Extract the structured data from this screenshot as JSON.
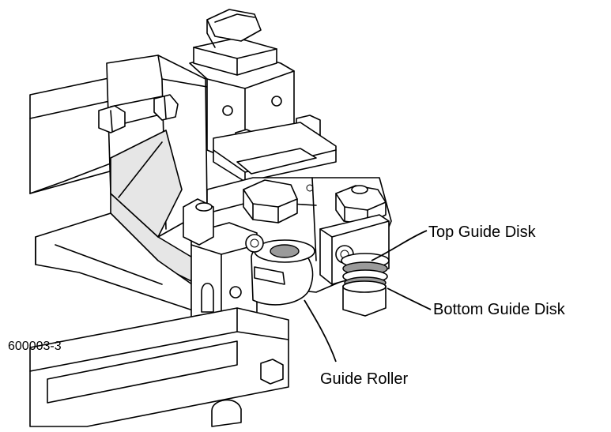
{
  "figure": {
    "code": "600003-3",
    "callouts": {
      "top_guide_disk": "Top Guide Disk",
      "bottom_guide_disk": "Bottom Guide Disk",
      "guide_roller": "Guide Roller"
    }
  }
}
